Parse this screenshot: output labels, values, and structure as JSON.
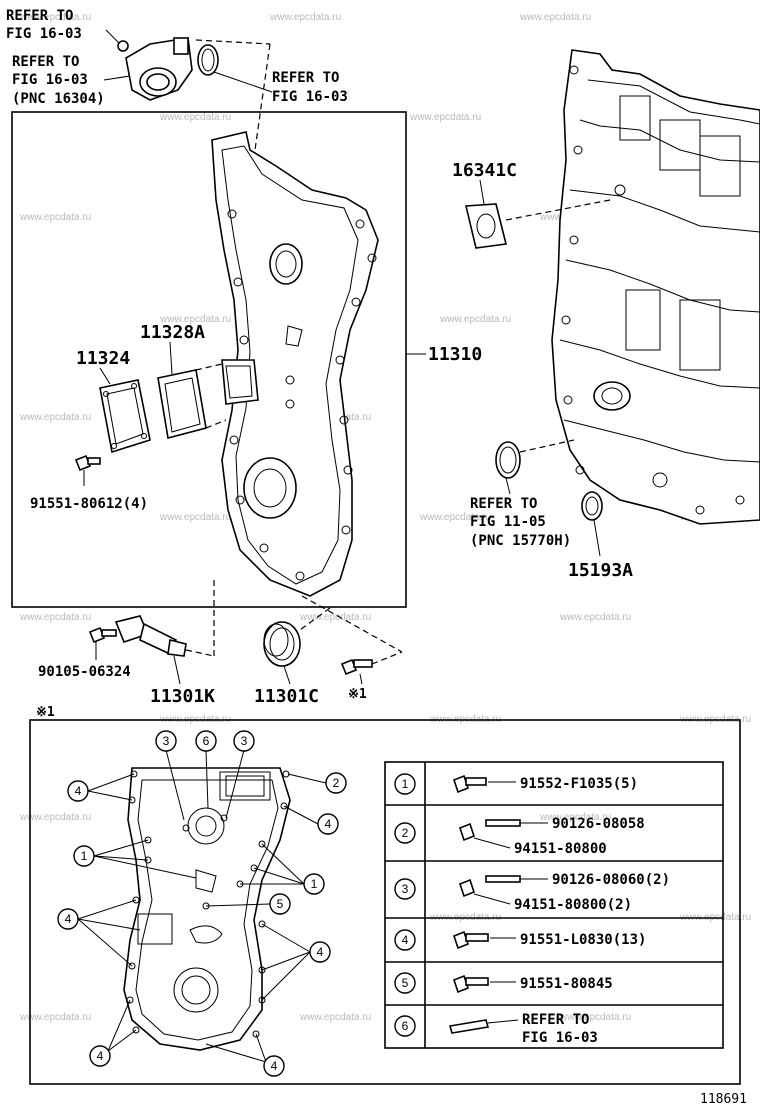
{
  "watermark": "www.epcdata.ru",
  "figure_number": "118691",
  "refer_notes": {
    "top_left_1": [
      "REFER TO",
      "FIG 16-03"
    ],
    "top_left_2": [
      "REFER TO",
      "FIG 16-03",
      "(PNC 16304)"
    ],
    "top_mid": [
      "REFER TO",
      "FIG 16-03"
    ],
    "right_mid": [
      "REFER TO",
      "FIG 11-05",
      "(PNC 15770H)"
    ]
  },
  "part_labels": {
    "p11310": "11310",
    "p11324": "11324",
    "p11328A": "11328A",
    "p16341C": "16341C",
    "p91551_80612": "91551-80612(4)",
    "p90105_06324": "90105-06324",
    "p11301K": "11301K",
    "p11301C": "11301C",
    "p15193A": "15193A",
    "note_mark_small": "※1"
  },
  "detail": {
    "header": "※1",
    "callout_nums": [
      "1",
      "2",
      "3",
      "4",
      "5",
      "6"
    ],
    "table": [
      {
        "num": "1",
        "lines": [
          "91552-F1035(5)"
        ]
      },
      {
        "num": "2",
        "lines": [
          "90126-08058",
          "94151-80800"
        ]
      },
      {
        "num": "3",
        "lines": [
          "90126-08060(2)",
          "94151-80800(2)"
        ]
      },
      {
        "num": "4",
        "lines": [
          "91551-L0830(13)"
        ]
      },
      {
        "num": "5",
        "lines": [
          "91551-80845"
        ]
      },
      {
        "num": "6",
        "lines": [
          "REFER TO",
          "FIG 16-03"
        ]
      }
    ]
  }
}
